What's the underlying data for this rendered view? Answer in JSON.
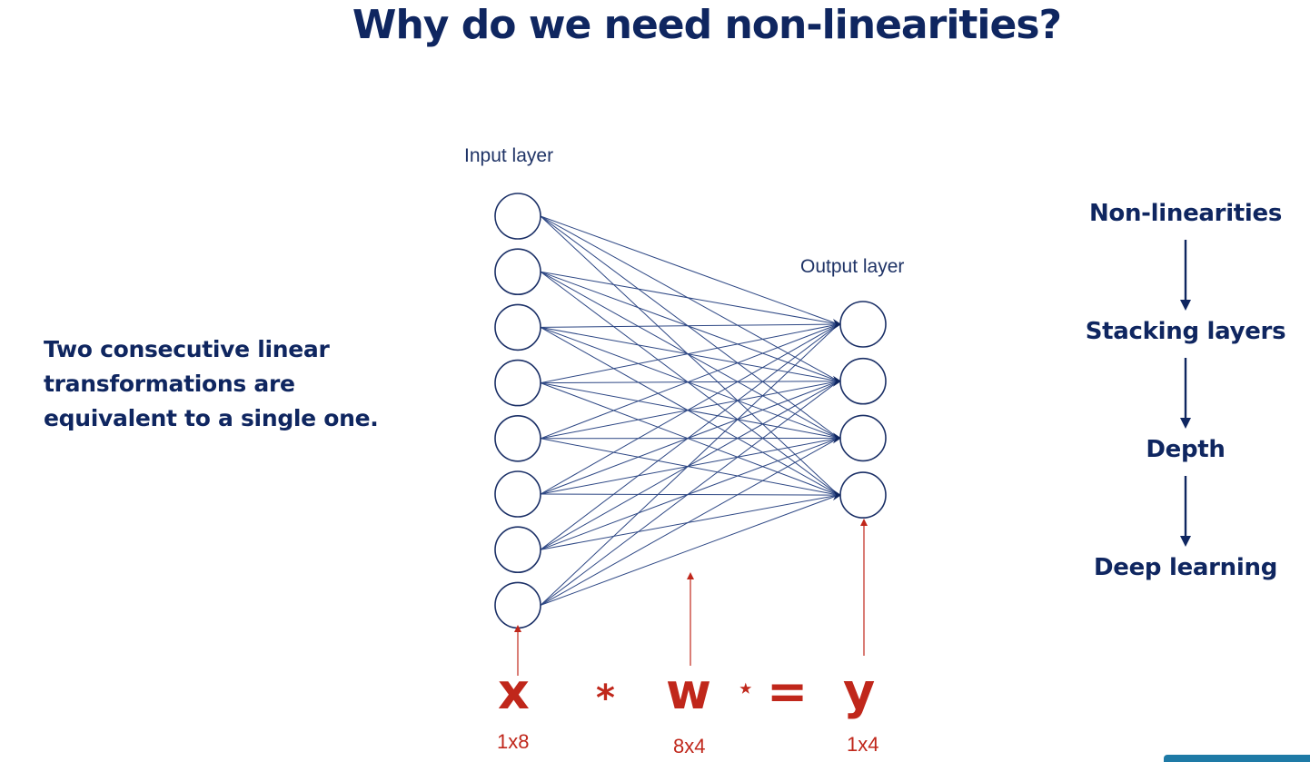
{
  "slide": {
    "title": "Why do we need non-linearities?",
    "left_text": [
      "Two consecutive linear",
      "transformations are",
      "equivalent to a single one."
    ]
  },
  "network": {
    "input_label": "Input layer",
    "output_label": "Output layer",
    "input_nodes": 8,
    "output_nodes": 4
  },
  "flow": {
    "items": [
      "Non-linearities",
      "Stacking layers",
      "Depth",
      "Deep learning"
    ]
  },
  "equation": {
    "x": "x",
    "times": "*",
    "w": "w",
    "star": "⋆",
    "equals": "=",
    "y": "y",
    "x_dim": "1x8",
    "w_dim": "8x4",
    "y_dim": "1x4"
  },
  "colors": {
    "navy": "#0f2660",
    "line": "#2d4784",
    "red": "#c0271b"
  }
}
